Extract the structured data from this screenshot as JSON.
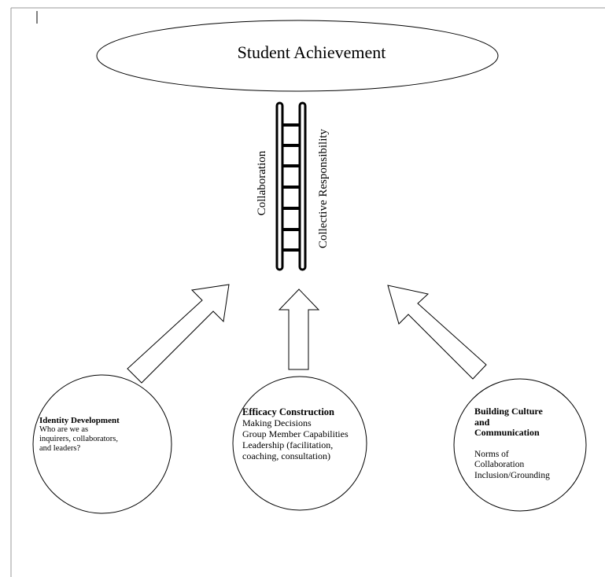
{
  "title": "Student Achievement",
  "ladder": {
    "left_label": "Collaboration",
    "right_label": "Collective Responsibility"
  },
  "circles": {
    "left": {
      "heading": "Identity Development",
      "lines": [
        "Who are we as",
        "inquirers, collaborators,",
        "and leaders?"
      ]
    },
    "middle": {
      "heading": "Efficacy Construction",
      "lines": [
        "Making Decisions",
        "Group Member Capabilities",
        "Leadership (facilitation,",
        "coaching, consultation)"
      ]
    },
    "right": {
      "heading_lines": [
        "Building Culture",
        "and",
        "Communication"
      ],
      "lines": [
        "Norms of",
        "Collaboration",
        "Inclusion/Grounding"
      ]
    }
  }
}
